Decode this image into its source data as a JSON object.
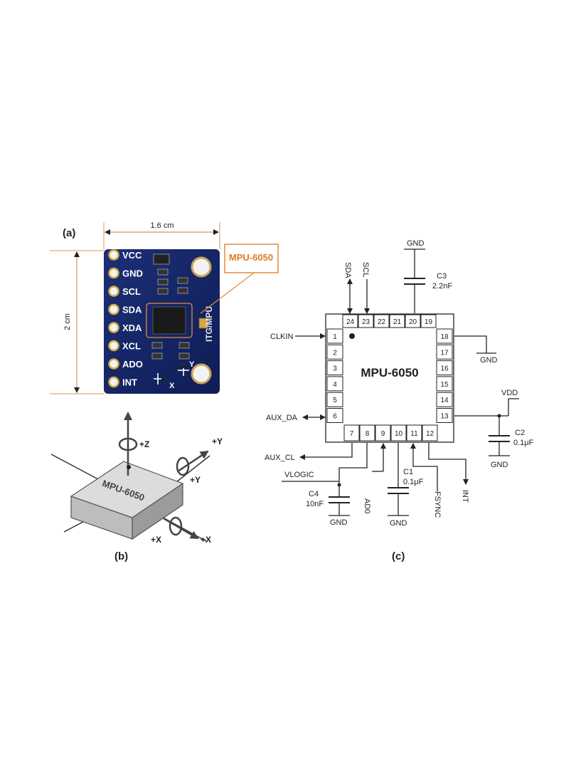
{
  "panel_a": {
    "label": "(a)",
    "width_dim": "1.6 cm",
    "height_dim": "2 cm",
    "callout": "MPU-6050",
    "silkscreen": "ITG/MPU",
    "pins": [
      "VCC",
      "GND",
      "SCL",
      "SDA",
      "XDA",
      "XCL",
      "ADO",
      "INT"
    ],
    "axis_y": "Y",
    "axis_x": "X"
  },
  "panel_b": {
    "label": "(b)",
    "chip_text": "MPU-6050",
    "axes": [
      "+Z",
      "+Y",
      "+Y",
      "+X",
      "+X"
    ]
  },
  "panel_c": {
    "label": "(c)",
    "chip_name": "MPU-6050",
    "pins_left": [
      "1",
      "2",
      "3",
      "4",
      "5",
      "6"
    ],
    "pins_bottom": [
      "7",
      "8",
      "9",
      "10",
      "11",
      "12"
    ],
    "pins_right": [
      "18",
      "17",
      "16",
      "15",
      "14",
      "13"
    ],
    "pins_top": [
      "24",
      "23",
      "22",
      "21",
      "20",
      "19"
    ],
    "signals": {
      "clkin": "CLKIN",
      "aux_da": "AUX_DA",
      "aux_cl": "AUX_CL",
      "vlogic": "VLOGIC",
      "sda": "SDA",
      "scl": "SCL",
      "ad0": "AD0",
      "fsync": "FSYNC",
      "int": "INT",
      "vdd": "VDD"
    },
    "gnd": "GND",
    "capacitors": {
      "c1": {
        "name": "C1",
        "value": "0.1μF"
      },
      "c2": {
        "name": "C2",
        "value": "0.1μF"
      },
      "c3": {
        "name": "C3",
        "value": "2.2nF"
      },
      "c4": {
        "name": "C4",
        "value": "10nF"
      }
    }
  }
}
